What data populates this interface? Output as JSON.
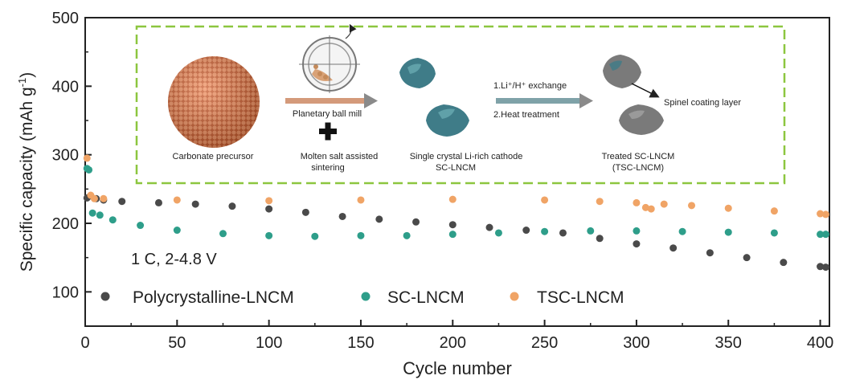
{
  "chart_data": {
    "type": "scatter",
    "xlabel": "Cycle number",
    "ylabel_main": "Specific capacity (mAh g",
    "ylabel_sup": "-1",
    "ylabel_end": ")",
    "xlim": [
      0,
      405
    ],
    "ylim": [
      50,
      500
    ],
    "xticks": [
      0,
      50,
      100,
      150,
      200,
      250,
      300,
      350,
      400
    ],
    "yticks": [
      100,
      200,
      300,
      400,
      500
    ],
    "condition_label": "1 C, 2-4.8 V",
    "legend_position": "lower-left",
    "grid": false,
    "series": [
      {
        "name": "Polycrystalline-LNCM",
        "color": "#4a4a4a",
        "points": [
          [
            1,
            237
          ],
          [
            3,
            240
          ],
          [
            6,
            236
          ],
          [
            10,
            234
          ],
          [
            20,
            232
          ],
          [
            40,
            230
          ],
          [
            60,
            228
          ],
          [
            80,
            225
          ],
          [
            100,
            221
          ],
          [
            120,
            216
          ],
          [
            140,
            210
          ],
          [
            160,
            206
          ],
          [
            180,
            202
          ],
          [
            200,
            198
          ],
          [
            220,
            194
          ],
          [
            240,
            190
          ],
          [
            260,
            186
          ],
          [
            280,
            178
          ],
          [
            300,
            170
          ],
          [
            320,
            164
          ],
          [
            340,
            157
          ],
          [
            360,
            150
          ],
          [
            380,
            143
          ],
          [
            400,
            137
          ],
          [
            403,
            136
          ]
        ]
      },
      {
        "name": "SC-LNCM",
        "color": "#2e9e8a",
        "points": [
          [
            1,
            280
          ],
          [
            2,
            278
          ],
          [
            4,
            215
          ],
          [
            8,
            212
          ],
          [
            15,
            205
          ],
          [
            30,
            197
          ],
          [
            50,
            190
          ],
          [
            75,
            185
          ],
          [
            100,
            182
          ],
          [
            125,
            181
          ],
          [
            150,
            182
          ],
          [
            175,
            182
          ],
          [
            200,
            184
          ],
          [
            225,
            186
          ],
          [
            250,
            188
          ],
          [
            275,
            189
          ],
          [
            300,
            189
          ],
          [
            325,
            188
          ],
          [
            350,
            187
          ],
          [
            375,
            186
          ],
          [
            400,
            184
          ],
          [
            403,
            184
          ]
        ]
      },
      {
        "name": "TSC-LNCM",
        "color": "#f0a466",
        "points": [
          [
            1,
            295
          ],
          [
            3,
            241
          ],
          [
            5,
            236
          ],
          [
            10,
            236
          ],
          [
            50,
            234
          ],
          [
            100,
            233
          ],
          [
            150,
            234
          ],
          [
            200,
            235
          ],
          [
            250,
            234
          ],
          [
            280,
            232
          ],
          [
            300,
            230
          ],
          [
            305,
            223
          ],
          [
            308,
            221
          ],
          [
            315,
            228
          ],
          [
            330,
            226
          ],
          [
            350,
            222
          ],
          [
            375,
            218
          ],
          [
            400,
            214
          ],
          [
            403,
            213
          ]
        ]
      }
    ]
  },
  "inset": {
    "labels": {
      "precursor": "Carbonate precursor",
      "ball_mill": "Planetary ball mill",
      "molten_1": "Molten salt assisted",
      "molten_2": "sintering",
      "single_1": "Single crystal  Li-rich cathode",
      "single_2": "SC-LNCM",
      "step1": "1.Li⁺/H⁺ exchange",
      "step2": "2.Heat treatment",
      "spinel": "Spinel coating layer",
      "treated_1": "Treated SC-LNCM",
      "treated_2": "(TSC-LNCM)"
    },
    "colors": {
      "border": "#8cc63f",
      "sphere": "#e07a4a",
      "crystal": "#3f7c88",
      "treated": "#7a7a7a",
      "arrow": "#888888"
    }
  }
}
